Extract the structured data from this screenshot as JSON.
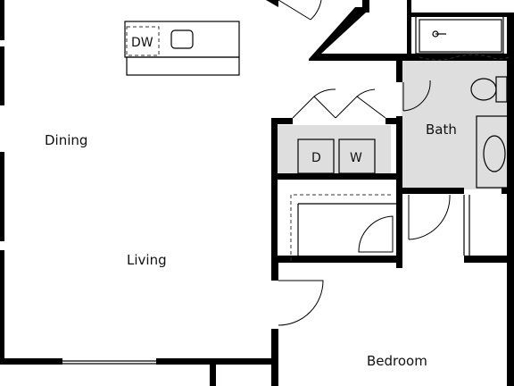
{
  "rooms": {
    "dining": "Dining",
    "living": "Living",
    "bath": "Bath",
    "bedroom": "Bedroom"
  },
  "appliances": {
    "dishwasher": "DW",
    "dryer": "D",
    "washer": "W"
  },
  "colors": {
    "wall": "#000000",
    "wet_area": "#dedede",
    "background": "#ffffff"
  }
}
